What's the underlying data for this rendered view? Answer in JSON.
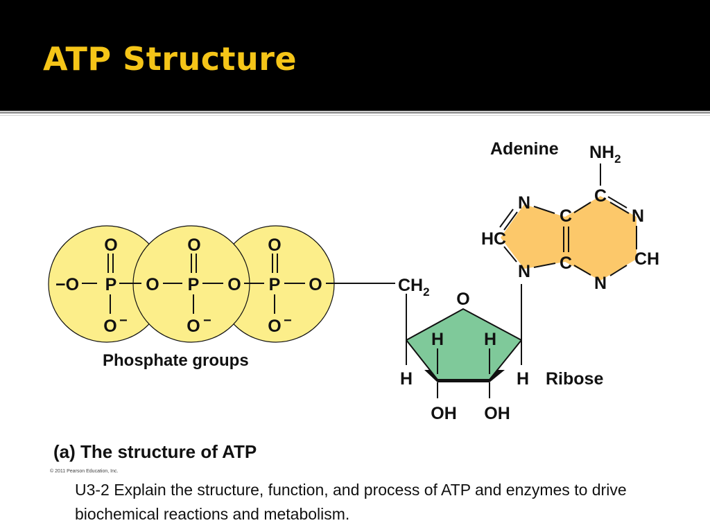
{
  "slide": {
    "title": "ATP Structure",
    "caption": "(a) The structure of ATP",
    "copyright": "© 2011 Pearson Education, Inc.",
    "objective": "U3-2 Explain the structure, function, and process of ATP and enzymes to drive biochemical reactions and metabolism."
  },
  "diagram": {
    "colors": {
      "phosphate_fill": "#fcee8a",
      "adenine_fill": "#fcc86a",
      "ribose_fill": "#7fc99a",
      "bond": "#111111"
    },
    "phosphate": {
      "label": "Phosphate groups",
      "o_top": "O",
      "p": "P",
      "o_bridge": "O",
      "o_minus": "O",
      "minus": "−",
      "end_oxygen": "−O"
    },
    "ribose": {
      "label": "Ribose",
      "ring_o": "O",
      "ch": "CH",
      "sub2": "2",
      "h": "H",
      "oh": "OH"
    },
    "adenine": {
      "label": "Adenine",
      "nh": "NH",
      "sub2": "2",
      "c": "C",
      "n": "N",
      "hc": "HC",
      "ch": "CH"
    }
  }
}
